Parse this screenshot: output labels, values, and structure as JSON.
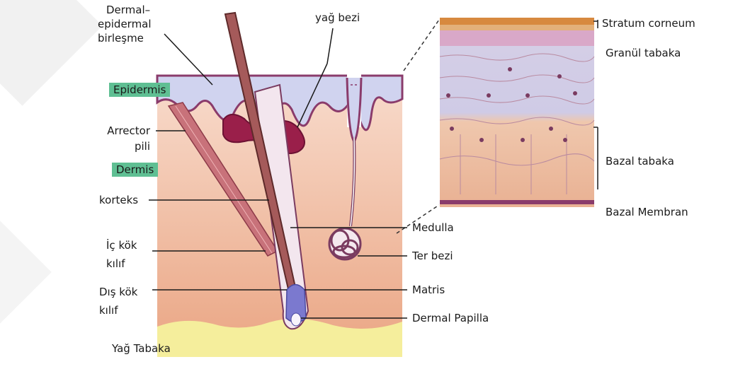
{
  "left_labels": {
    "dermal_epidermal": [
      "Dermal–",
      "epidermal",
      "birleşme"
    ],
    "epidermis": "Epidermis",
    "arrector": [
      "Arrector",
      "pili"
    ],
    "dermis": "Dermis",
    "korteks": "korteks",
    "ic_kok": [
      "İç kök",
      "kılıf"
    ],
    "dis_kok": [
      "Dış kök",
      "kılıf"
    ],
    "yag_tabaka": "Yağ Tabaka"
  },
  "center_labels": {
    "yag_bezi": "yağ bezi",
    "medulla": "Medulla",
    "ter_bezi": "Ter bezi",
    "matris": "Matris",
    "dermal_papilla": "Dermal Papilla"
  },
  "inset_labels": {
    "stratum_corneum": "Stratum corneum",
    "granul": "Granül tabaka",
    "bazal": "Bazal tabaka",
    "bazal_membran": "Bazal Membran"
  },
  "colors": {
    "skin_gradient_top": "#f6d2c4",
    "skin_gradient_bottom": "#e9a27e",
    "fat_layer": "#f5ed9b",
    "epidermis_fill": "#cfd3ee",
    "epidermis_outline": "#8a3b6b",
    "gland": "#9a1f4a",
    "label_tag": "#5fbf93",
    "inset_top": "#cfd0ea",
    "inset_bottom": "#eab494"
  }
}
